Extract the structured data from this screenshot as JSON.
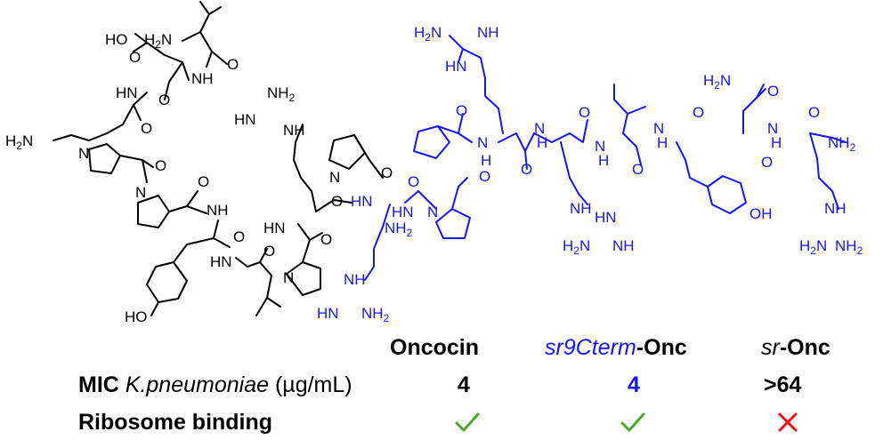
{
  "structure": {
    "atom_labels_black": [
      "HO",
      "H2N",
      "O",
      "NH",
      "HN",
      "O",
      "H2N",
      "O",
      "N",
      "O",
      "N",
      "O",
      "NH",
      "O",
      "HN",
      "HO",
      "NH2",
      "NH",
      "N",
      "O",
      "O",
      "HN",
      "O",
      "N",
      "O",
      "HN"
    ],
    "atom_labels_blue": [
      "H2N",
      "NH",
      "HN",
      "O",
      "N",
      "O",
      "N",
      "H",
      "O",
      "N",
      "H",
      "O",
      "O",
      "N",
      "H",
      "O",
      "N",
      "H",
      "H2N",
      "O",
      "O",
      "N",
      "H",
      "O",
      "NH2",
      "O",
      "O",
      "HN",
      "NH",
      "H2N",
      "NH",
      "H2N",
      "NH",
      "NH2",
      "OH",
      "HN",
      "NH",
      "HN",
      "NH2",
      "HN",
      "NH2"
    ]
  },
  "table": {
    "headers": [
      {
        "plain": "Oncocin",
        "italic": "",
        "suffix": ""
      },
      {
        "plain": "",
        "italic": "sr9Cterm",
        "suffix": "-Onc"
      },
      {
        "plain": "",
        "italic": "sr",
        "suffix": "-Onc"
      }
    ],
    "mic_row": {
      "label_bold": "MIC",
      "label_italic": "K.pneumoniae",
      "label_unit": "(µg/mL)",
      "values": [
        "4",
        "4",
        ">64"
      ]
    },
    "binding_row": {
      "label": "Ribosome binding",
      "values": [
        "check",
        "check",
        "cross"
      ]
    }
  },
  "colors": {
    "black_part": "#000000",
    "blue_part": "#1414ff",
    "check": "#4aa82a",
    "cross": "#e8141a"
  },
  "icons": [
    "check-icon",
    "check-icon",
    "cross-icon"
  ]
}
